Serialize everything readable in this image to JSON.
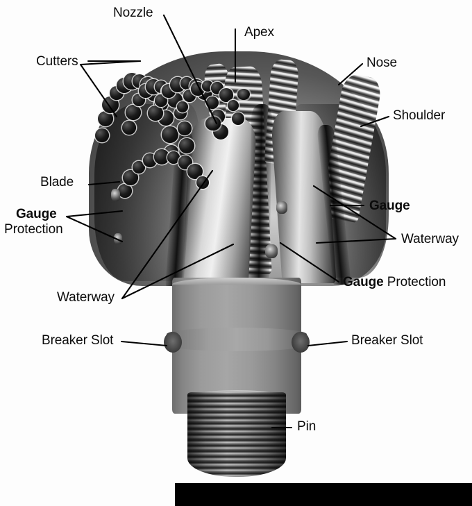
{
  "figure": {
    "subject": "PDC drill bit component diagram",
    "background_color": "#fdfdfd",
    "label_color": "#0b0b0b",
    "black_bar_color": "#000000"
  },
  "labels": [
    {
      "id": "nozzle",
      "text": "Nozzle",
      "bold_prefix": "",
      "rest": ""
    },
    {
      "id": "apex",
      "text": "Apex",
      "bold_prefix": "",
      "rest": ""
    },
    {
      "id": "cutters",
      "text": "Cutters",
      "bold_prefix": "",
      "rest": ""
    },
    {
      "id": "nose",
      "text": "Nose",
      "bold_prefix": "",
      "rest": ""
    },
    {
      "id": "shoulder",
      "text": "Shoulder",
      "bold_prefix": "",
      "rest": ""
    },
    {
      "id": "blade",
      "text": "Blade",
      "bold_prefix": "",
      "rest": ""
    },
    {
      "id": "gauge-protection-left-line1",
      "text": "Gauge",
      "bold_prefix": "Gauge",
      "rest": ""
    },
    {
      "id": "gauge-protection-left-line2",
      "text": "Protection",
      "bold_prefix": "",
      "rest": "Protection"
    },
    {
      "id": "gauge-right",
      "text": "Gauge",
      "bold_prefix": "Gauge",
      "rest": ""
    },
    {
      "id": "waterway-right",
      "text": "Waterway",
      "bold_prefix": "",
      "rest": ""
    },
    {
      "id": "gauge-protection-right",
      "text": "Gauge Protection",
      "bold_prefix": "Gauge",
      "rest": " Protection"
    },
    {
      "id": "waterway-left",
      "text": "Waterway",
      "bold_prefix": "",
      "rest": ""
    },
    {
      "id": "breaker-slot-left",
      "text": "Breaker Slot",
      "bold_prefix": "",
      "rest": ""
    },
    {
      "id": "breaker-slot-right",
      "text": "Breaker Slot",
      "bold_prefix": "",
      "rest": ""
    },
    {
      "id": "pin",
      "text": "Pin",
      "bold_prefix": "",
      "rest": ""
    }
  ],
  "label_text": {
    "nozzle": "Nozzle",
    "apex": "Apex",
    "cutters": "Cutters",
    "nose": "Nose",
    "shoulder": "Shoulder",
    "blade": "Blade",
    "gauge_left_bold": "Gauge",
    "protection_left": "Protection",
    "gauge_right_bold": "Gauge",
    "waterway_right": "Waterway",
    "gauge_right2_bold": "Gauge",
    "protection_right2": " Protection",
    "waterway_left": "Waterway",
    "breaker_slot_left": "Breaker Slot",
    "breaker_slot_right": "Breaker Slot",
    "pin": "Pin"
  },
  "parts": {
    "crown": "crown",
    "shank": "shank",
    "collar": "breaker-slot-collar",
    "pin": "threaded-pin"
  }
}
